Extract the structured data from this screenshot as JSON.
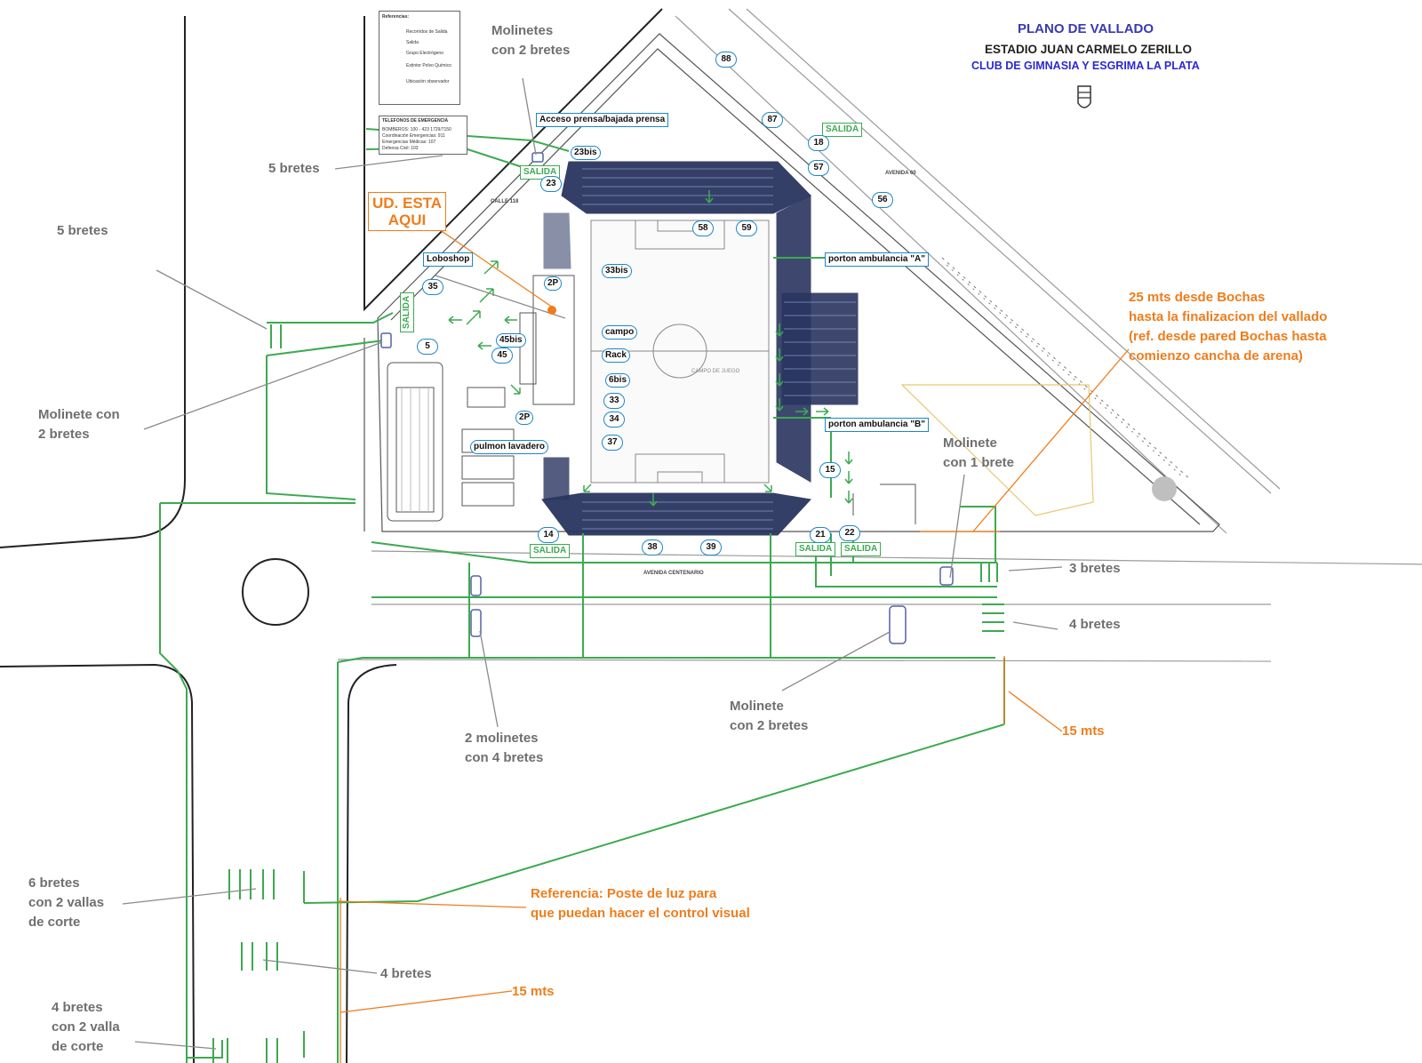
{
  "header": {
    "title": "PLANO DE VALLADO",
    "stadium": "ESTADIO JUAN CARMELO ZERILLO",
    "club": "CLUB DE GIMNASIA Y ESGRIMA LA PLATA"
  },
  "colors": {
    "fence_green": "#3caa50",
    "annotation_orange": "#ee7d1c",
    "label_gray": "#6f6f6f",
    "badge_blue": "#1a88c9",
    "stand_navy": "#2a3560",
    "title_blue": "#3a3ab0"
  },
  "you_are_here": "UD. ESTA\nAQUI",
  "annotations_gray": {
    "molinetes_top": "Molinetes\ncon 2 bretes",
    "cinco_bretes_top": "5 bretes",
    "cinco_bretes_left": "5 bretes",
    "molinete_left": "Molinete con\n2 bretes",
    "molinete_un_brete": "Molinete\ncon 1 brete",
    "tres_bretes": "3 bretes",
    "cuatro_bretes_right": "4 bretes",
    "molinete_bottom": "Molinete\ncon 2 bretes",
    "dos_molinetes": "2 molinetes\ncon 4 bretes",
    "seis_bretes": "6 bretes\ncon 2 vallas\nde corte",
    "cuatro_bretes_mid": "4 bretes",
    "cuatro_bretes_bottom": "4 bretes\ncon 2 valla\nde corte"
  },
  "annotations_orange": {
    "bochas": "25 mts desde Bochas\nhasta la finalizacion del vallado\n(ref. desde pared Bochas hasta\ncomienzo cancha de arena)",
    "quince_right": "15 mts",
    "referencia": "Referencia: Poste de luz para\nque puedan hacer el control visual",
    "quince_bottom": "15 mts"
  },
  "boxed_labels": {
    "acceso_prensa": "Acceso prensa/bajada prensa",
    "loboshop": "Loboshop",
    "porton_a": "porton ambulancia \"A\"",
    "porton_b": "porton ambulancia \"B\"",
    "pulmon": "pulmon lavadero",
    "campo": "campo",
    "rack": "Rack",
    "b33bis": "33bis",
    "b45bis": "45bis",
    "b23bis": "23bis",
    "b2p_top": "2P",
    "b2p_bottom": "2P",
    "b6bis": "6bis"
  },
  "salida_label": "SALIDA",
  "gates": [
    "88",
    "87",
    "18",
    "57",
    "56",
    "23",
    "58",
    "59",
    "35",
    "5",
    "45",
    "33",
    "34",
    "37",
    "15",
    "14",
    "38",
    "39",
    "21",
    "22"
  ],
  "streets": {
    "calle_118": "CALLE 118",
    "avenida_centenario": "AVENIDA CENTENARIO",
    "avenida_60": "AVENIDA 60"
  },
  "legend": {
    "title": "Referencias:",
    "items": [
      "Recorridos de Salida",
      "Salida",
      "Grupo Electrógeno",
      "Extintor Polvo Químico",
      "Ubicación observador"
    ]
  },
  "emergency": {
    "title": "TELEFONOS DE EMERGENCIA",
    "lines": [
      "BOMBEROS: 100 - 423 1729/7150",
      "Coordinación Emergencias: 911",
      "Emergencias Médicas: 107",
      "Defensa Civil: 103"
    ]
  },
  "field_text": "CAMPO DE JUEGO"
}
